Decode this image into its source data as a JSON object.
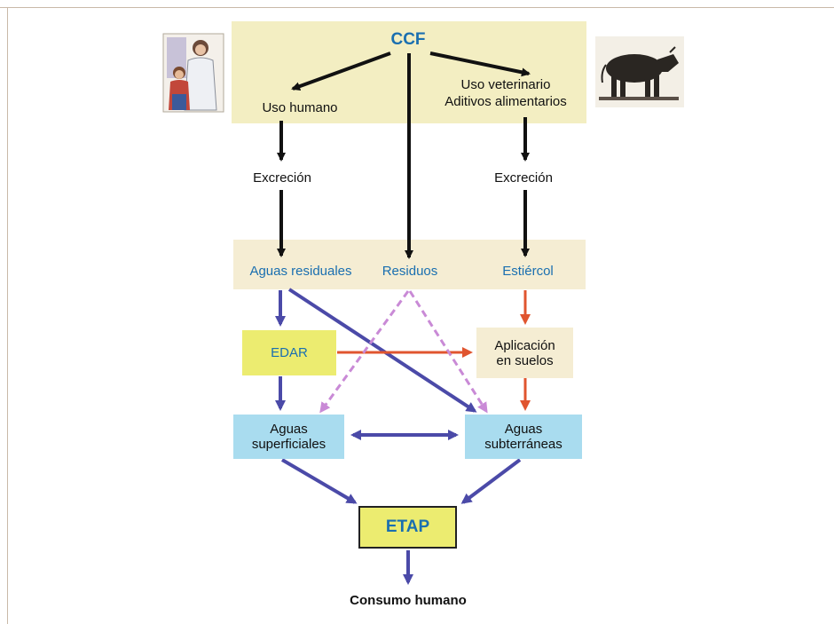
{
  "diagram": {
    "ccf": "CCF",
    "uso_humano": "Uso humano",
    "uso_veterinario": "Uso veterinario",
    "aditivos": "Aditivos alimentarios",
    "excrecion_left": "Excreción",
    "excrecion_right": "Excreción",
    "aguas_residuales": "Aguas residuales",
    "residuos": "Residuos",
    "estiercol": "Estiércol",
    "edar": "EDAR",
    "aplicacion_1": "Aplicación",
    "aplicacion_2": "en suelos",
    "sup_1": "Aguas",
    "sup_2": "superficiales",
    "sub_1": "Aguas",
    "sub_2": "subterráneas",
    "etap": "ETAP",
    "consumo": "Consumo humano"
  },
  "colors": {
    "black_arrow": "#111111",
    "purple_arrow": "#4b4aa8",
    "red_arrow": "#e0552f",
    "pink_dashed": "#c98ad6",
    "blue_text": "#1a6fb0"
  }
}
